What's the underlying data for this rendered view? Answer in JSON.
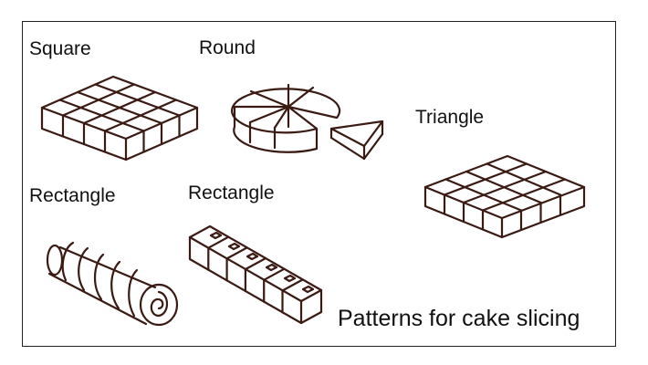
{
  "labels": {
    "square": "Square",
    "round": "Round",
    "triangle": "Triangle",
    "rectangle_left": "Rectangle",
    "rectangle_right": "Rectangle"
  },
  "caption": "Patterns for cake slicing",
  "colors": {
    "ink": "#3a1a12",
    "background": "#ffffff",
    "border": "#222222"
  }
}
